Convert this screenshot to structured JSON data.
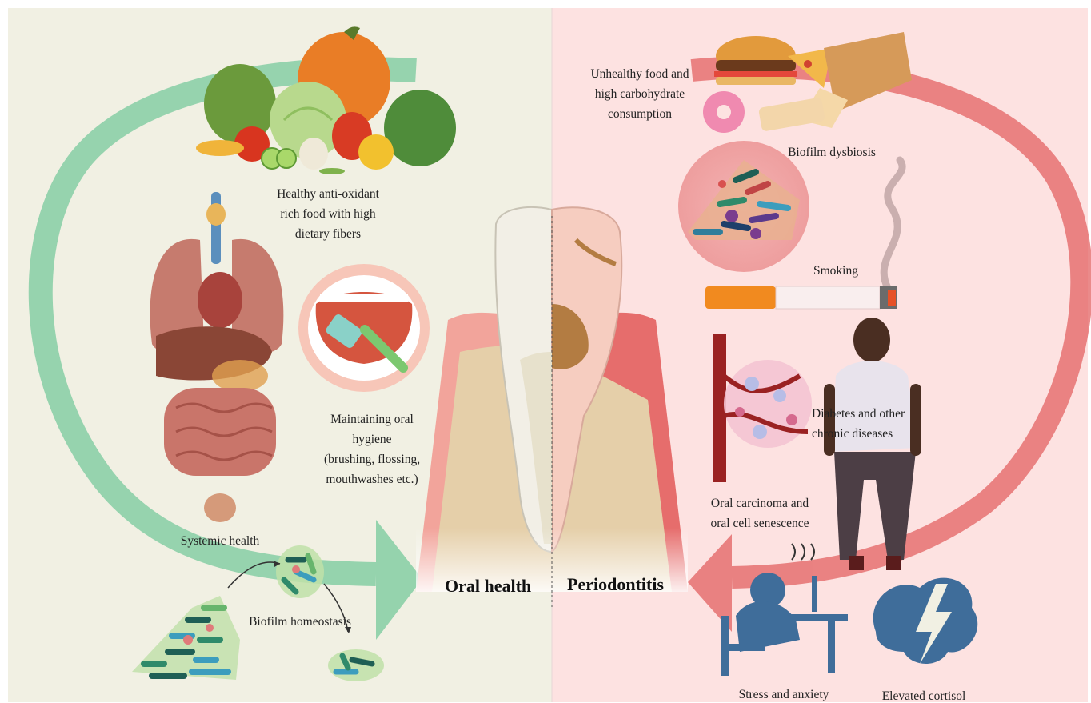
{
  "colors": {
    "left_panel": "#f1f0e3",
    "right_panel": "#fde2e1",
    "healthy_arrow": "#7ccb9f",
    "disease_arrow": "#e25d5d",
    "gum": "#f2a49b",
    "bone": "#e5cfa9",
    "plaque": "#b37c42",
    "figure_icons": "#3f6d9a"
  },
  "titles": {
    "oral_health": "Oral health",
    "periodontitis": "Periodontitis"
  },
  "labels": {
    "healthy_food": [
      "Healthy anti-oxidant",
      "rich food with high",
      "dietary fibers"
    ],
    "oral_hygiene": [
      "Maintaining oral",
      "hygiene",
      "(brushing, flossing,",
      "mouthwashes etc.)"
    ],
    "systemic_health": "Systemic health",
    "biofilm_homeostasis": "Biofilm homeostasis",
    "unhealthy_food": [
      "Unhealthy food and",
      "high carbohydrate",
      "consumption"
    ],
    "biofilm_dysbiosis": "Biofilm dysbiosis",
    "smoking": "Smoking",
    "diabetes": [
      "Diabetes and other",
      "chronic diseases"
    ],
    "carcinoma": [
      "Oral carcinoma and",
      "oral cell senescence"
    ],
    "stress": "Stress and anxiety",
    "cortisol": "Elevated cortisol"
  },
  "icons": {
    "vegetables": "vegetables-icon",
    "organs": "organs-icon",
    "mouth": "mouth-toothbrush-icon",
    "biofilm_healthy": "bacteria-cluster-icon",
    "junk_food": "junk-food-icon",
    "biofilm_dysbiotic": "dysbiotic-biofilm-icon",
    "cigarette": "cigarette-icon",
    "smoke": "smoke-icon",
    "person": "person-icon",
    "blood_vessel": "blood-vessel-icon",
    "stressed_worker": "stressed-worker-icon",
    "brain": "brain-lightning-icon",
    "tooth": "tooth-cross-section-icon"
  }
}
